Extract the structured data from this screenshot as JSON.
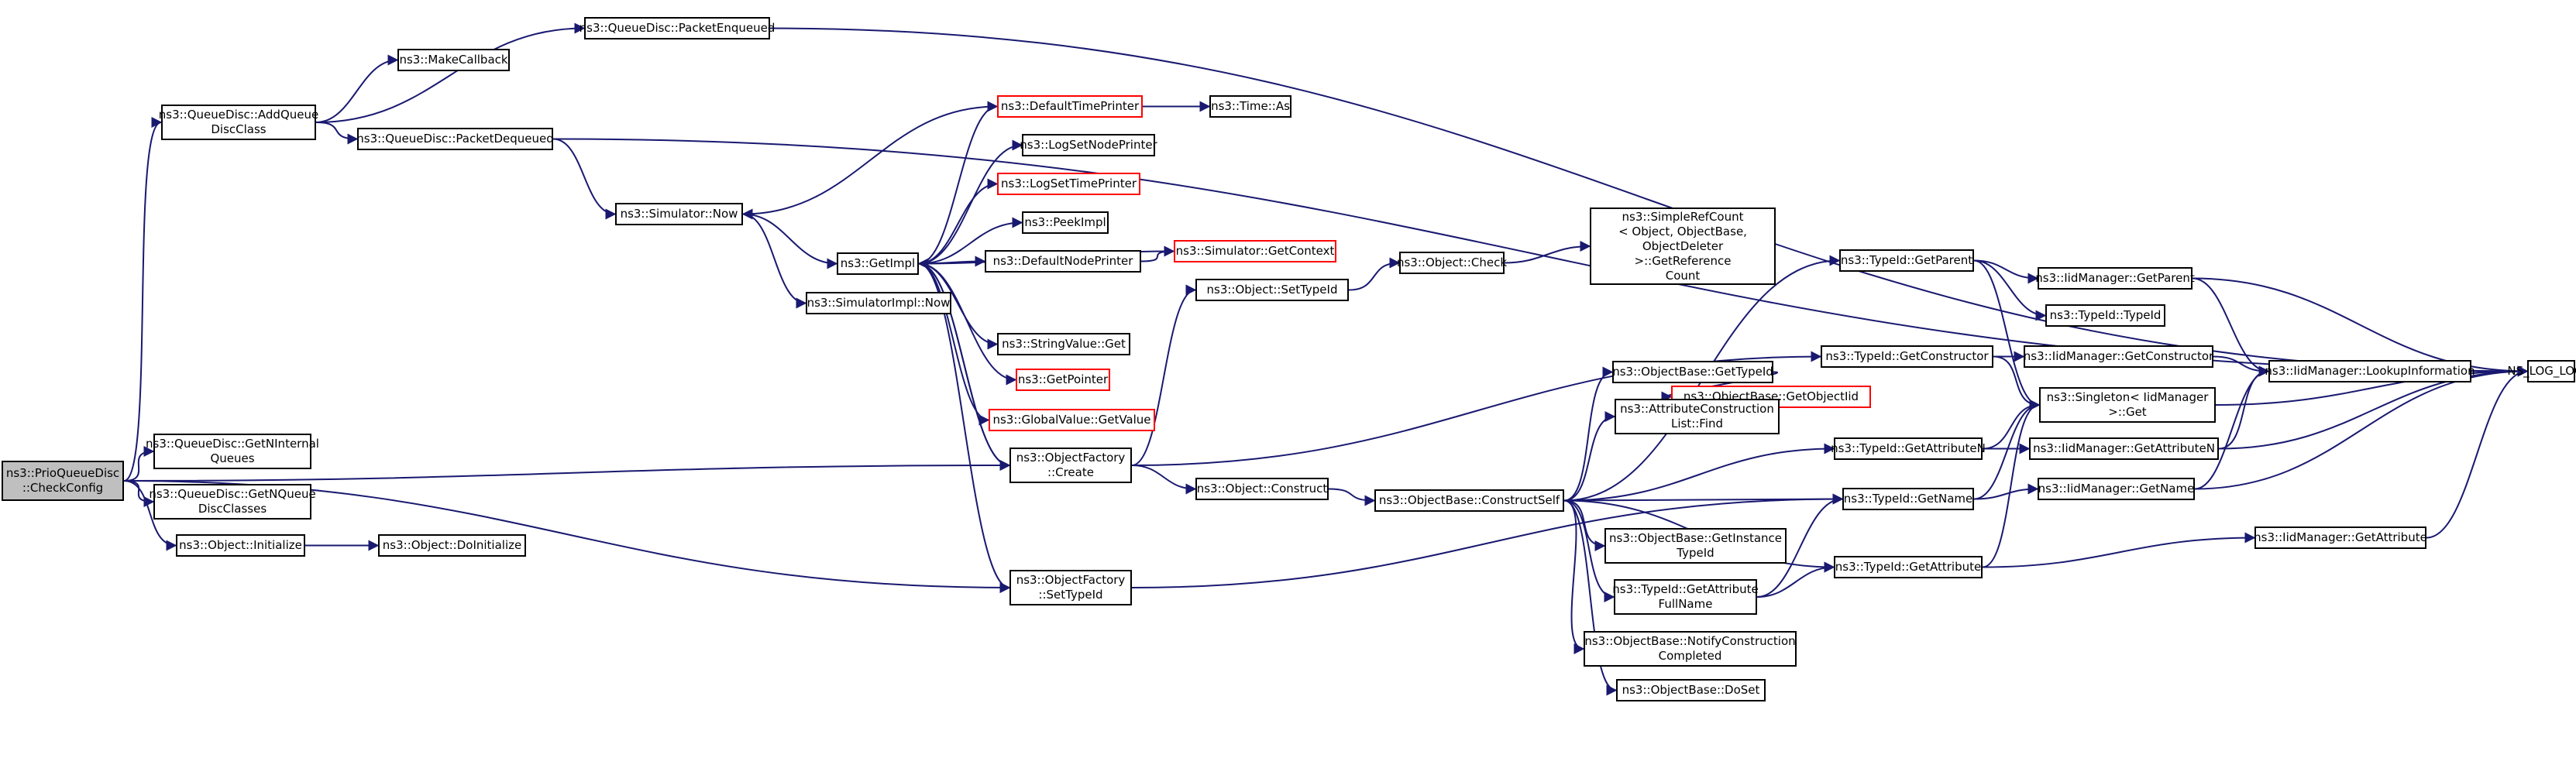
{
  "colors": {
    "edge": "#191970",
    "node_border": "#000000",
    "missing_border": "#ff0000",
    "root_fill": "#bfbfbf"
  },
  "nodes": [
    {
      "id": "root",
      "label": "ns3::PrioQueueDisc\n::CheckConfig",
      "root": true
    },
    {
      "id": "addqdc",
      "label": "ns3::QueueDisc::AddQueue\nDiscClass"
    },
    {
      "id": "makecb",
      "label": "ns3::MakeCallback"
    },
    {
      "id": "pktenq",
      "label": "ns3::QueueDisc::PacketEnqueued"
    },
    {
      "id": "pktdeq",
      "label": "ns3::QueueDisc::PacketDequeued"
    },
    {
      "id": "simnow",
      "label": "ns3::Simulator::Now"
    },
    {
      "id": "simimplnow",
      "label": "ns3::SimulatorImpl::Now"
    },
    {
      "id": "getimpl",
      "label": "ns3::GetImpl"
    },
    {
      "id": "deftp",
      "label": "ns3::DefaultTimePrinter",
      "missing": true
    },
    {
      "id": "timeas",
      "label": "ns3::Time::As"
    },
    {
      "id": "logsnp",
      "label": "ns3::LogSetNodePrinter"
    },
    {
      "id": "logstp",
      "label": "ns3::LogSetTimePrinter",
      "missing": true
    },
    {
      "id": "peekimpl",
      "label": "ns3::PeekImpl"
    },
    {
      "id": "defnp",
      "label": "ns3::DefaultNodePrinter"
    },
    {
      "id": "simctx",
      "label": "ns3::Simulator::GetContext",
      "missing": true
    },
    {
      "id": "strget",
      "label": "ns3::StringValue::Get"
    },
    {
      "id": "getptr",
      "label": "ns3::GetPointer",
      "missing": true
    },
    {
      "id": "gvget",
      "label": "ns3::GlobalValue::GetValue",
      "missing": true
    },
    {
      "id": "ofcreate",
      "label": "ns3::ObjectFactory\n::Create"
    },
    {
      "id": "ofsettid",
      "label": "ns3::ObjectFactory\n::SetTypeId"
    },
    {
      "id": "nint",
      "label": "ns3::QueueDisc::GetNInternal\nQueues"
    },
    {
      "id": "nqdc",
      "label": "ns3::QueueDisc::GetNQueue\nDiscClasses"
    },
    {
      "id": "objinit",
      "label": "ns3::Object::Initialize"
    },
    {
      "id": "objdoinit",
      "label": "ns3::Object::DoInitialize"
    },
    {
      "id": "objsettid",
      "label": "ns3::Object::SetTypeId"
    },
    {
      "id": "objcheck",
      "label": "ns3::Object::Check"
    },
    {
      "id": "srcount",
      "label": "ns3::SimpleRefCount\n< Object, ObjectBase,\nObjectDeleter >::GetReference\nCount"
    },
    {
      "id": "objconstruct",
      "label": "ns3::Object::Construct"
    },
    {
      "id": "obcself",
      "label": "ns3::ObjectBase::ConstructSelf"
    },
    {
      "id": "obgettid",
      "label": "ns3::ObjectBase::GetTypeId"
    },
    {
      "id": "obgetoid",
      "label": "ns3::ObjectBase::GetObjectIid",
      "missing": true
    },
    {
      "id": "acfind",
      "label": "ns3::AttributeConstruction\nList::Find"
    },
    {
      "id": "obinsttid",
      "label": "ns3::ObjectBase::GetInstance\nTypeId"
    },
    {
      "id": "tidattrfull",
      "label": "ns3::TypeId::GetAttribute\nFullName"
    },
    {
      "id": "obnotify",
      "label": "ns3::ObjectBase::NotifyConstruction\nCompleted"
    },
    {
      "id": "obdoset",
      "label": "ns3::ObjectBase::DoSet"
    },
    {
      "id": "tidparent",
      "label": "ns3::TypeId::GetParent"
    },
    {
      "id": "tidctor",
      "label": "ns3::TypeId::GetConstructor"
    },
    {
      "id": "tidattrn",
      "label": "ns3::TypeId::GetAttributeN"
    },
    {
      "id": "tidname",
      "label": "ns3::TypeId::GetName"
    },
    {
      "id": "tidattr",
      "label": "ns3::TypeId::GetAttribute"
    },
    {
      "id": "singleton",
      "label": "ns3::Singleton< IidManager\n>::Get"
    },
    {
      "id": "iidparent",
      "label": "ns3::IidManager::GetParent"
    },
    {
      "id": "tidtid",
      "label": "ns3::TypeId::TypeId"
    },
    {
      "id": "iidctor",
      "label": "ns3::IidManager::GetConstructor"
    },
    {
      "id": "iidattrn",
      "label": "ns3::IidManager::GetAttributeN"
    },
    {
      "id": "iidname",
      "label": "ns3::IidManager::GetName"
    },
    {
      "id": "iidattr",
      "label": "ns3::IidManager::GetAttribute"
    },
    {
      "id": "iidlookup",
      "label": "ns3::IidManager::LookupInformation"
    },
    {
      "id": "nslog",
      "label": "NS_LOG_LOGIC"
    }
  ],
  "edges": [
    [
      "root",
      "addqdc"
    ],
    [
      "root",
      "nint"
    ],
    [
      "root",
      "nqdc"
    ],
    [
      "root",
      "objinit"
    ],
    [
      "root",
      "ofcreate"
    ],
    [
      "root",
      "ofsettid"
    ],
    [
      "addqdc",
      "makecb"
    ],
    [
      "addqdc",
      "pktenq"
    ],
    [
      "addqdc",
      "pktdeq"
    ],
    [
      "pktenq",
      "nslog"
    ],
    [
      "pktdeq",
      "nslog"
    ],
    [
      "pktdeq",
      "simnow"
    ],
    [
      "simnow",
      "getimpl"
    ],
    [
      "simnow",
      "simimplnow"
    ],
    [
      "getimpl",
      "deftp"
    ],
    [
      "getimpl",
      "logsnp"
    ],
    [
      "getimpl",
      "logstp"
    ],
    [
      "getimpl",
      "peekimpl"
    ],
    [
      "getimpl",
      "defnp"
    ],
    [
      "getimpl",
      "strget"
    ],
    [
      "getimpl",
      "getptr"
    ],
    [
      "getimpl",
      "gvget"
    ],
    [
      "getimpl",
      "ofcreate"
    ],
    [
      "getimpl",
      "ofsettid"
    ],
    [
      "deftp",
      "timeas"
    ],
    [
      "deftp",
      "simnow"
    ],
    [
      "defnp",
      "simctx"
    ],
    [
      "simctx",
      "getimpl"
    ],
    [
      "objinit",
      "objdoinit"
    ],
    [
      "ofcreate",
      "objsettid"
    ],
    [
      "ofcreate",
      "objconstruct"
    ],
    [
      "ofcreate",
      "tidctor"
    ],
    [
      "ofcreate",
      "getimpl"
    ],
    [
      "ofsettid",
      "tidname"
    ],
    [
      "objsettid",
      "objcheck"
    ],
    [
      "objcheck",
      "srcount"
    ],
    [
      "objconstruct",
      "obcself"
    ],
    [
      "obcself",
      "obgettid"
    ],
    [
      "obcself",
      "acfind"
    ],
    [
      "obcself",
      "obinsttid"
    ],
    [
      "obcself",
      "tidattrfull"
    ],
    [
      "obcself",
      "obnotify"
    ],
    [
      "obcself",
      "obdoset"
    ],
    [
      "obcself",
      "tidparent"
    ],
    [
      "obcself",
      "tidattrn"
    ],
    [
      "obcself",
      "tidname"
    ],
    [
      "obcself",
      "tidattr"
    ],
    [
      "obgettid",
      "obgetoid"
    ],
    [
      "tidattrfull",
      "tidattr"
    ],
    [
      "tidattrfull",
      "tidname"
    ],
    [
      "tidparent",
      "iidparent"
    ],
    [
      "tidparent",
      "tidtid"
    ],
    [
      "tidparent",
      "singleton"
    ],
    [
      "tidctor",
      "iidctor"
    ],
    [
      "tidctor",
      "singleton"
    ],
    [
      "tidattrn",
      "iidattrn"
    ],
    [
      "tidattrn",
      "singleton"
    ],
    [
      "tidname",
      "iidname"
    ],
    [
      "tidname",
      "singleton"
    ],
    [
      "tidattr",
      "iidattr"
    ],
    [
      "tidattr",
      "singleton"
    ],
    [
      "iidparent",
      "iidlookup"
    ],
    [
      "iidparent",
      "nslog"
    ],
    [
      "iidctor",
      "iidlookup"
    ],
    [
      "iidattrn",
      "iidlookup"
    ],
    [
      "iidattrn",
      "nslog"
    ],
    [
      "iidname",
      "iidlookup"
    ],
    [
      "iidname",
      "nslog"
    ],
    [
      "iidattr",
      "nslog"
    ],
    [
      "iidlookup",
      "nslog"
    ],
    [
      "singleton",
      "nslog"
    ]
  ]
}
